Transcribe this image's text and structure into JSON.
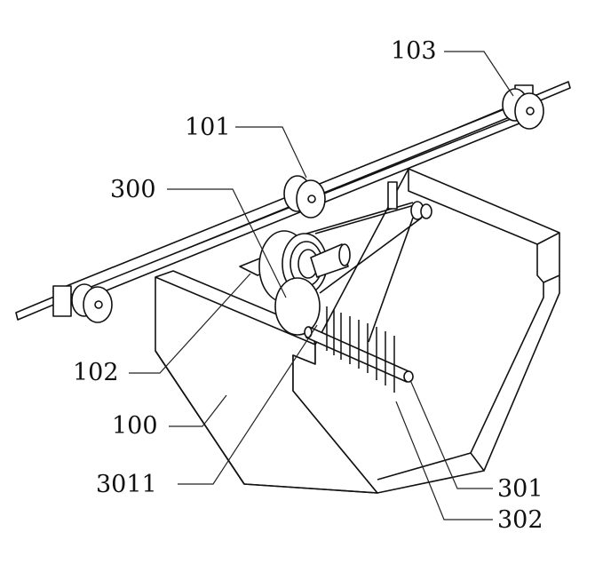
{
  "figure": {
    "labels": {
      "l103": "103",
      "l101": "101",
      "l300": "300",
      "l102": "102",
      "l100": "100",
      "l3011": "3011",
      "l301": "301",
      "l302": "302"
    }
  }
}
